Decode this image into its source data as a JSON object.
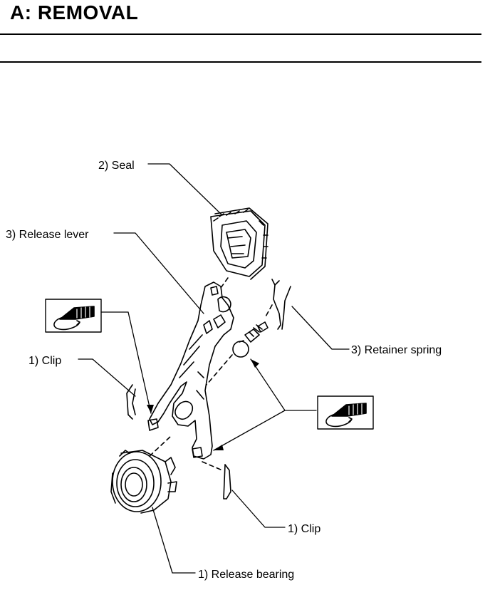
{
  "header": {
    "title": "A: REMOVAL"
  },
  "labels": {
    "seal": "2) Seal",
    "release_lever": "3) Release lever",
    "retainer_spring": "3) Retainer spring",
    "clip_left": "1) Clip",
    "clip_right": "1) Clip",
    "release_bearing": "1) Release bearing"
  },
  "icons": {
    "grease_icon": "grease-application-icon"
  }
}
